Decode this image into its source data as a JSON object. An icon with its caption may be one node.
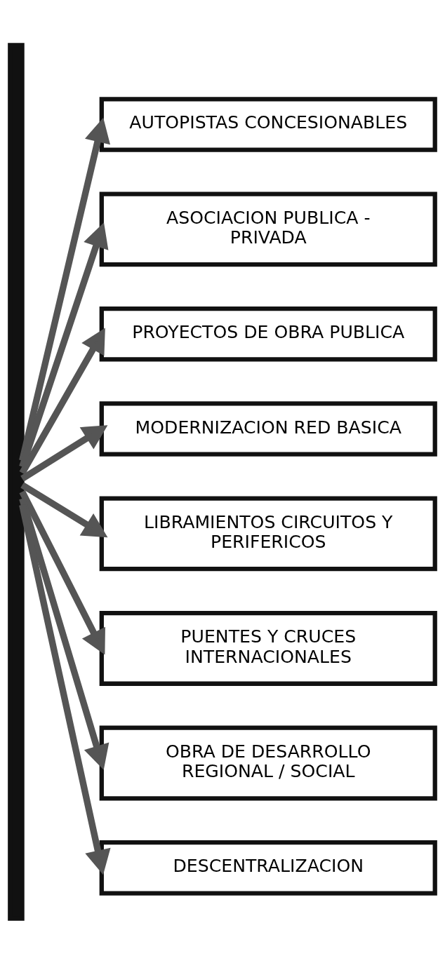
{
  "diagram": {
    "nodes": [
      {
        "text": [],
        "shape": "bar"
      },
      {
        "text": [
          "AUTOPISTAS CONCESIONABLES"
        ]
      },
      {
        "text": [
          "ASOCIACION PUBLICA - PRIVADA"
        ]
      },
      {
        "text": [
          "PROYECTOS DE OBRA PUBLICA"
        ]
      },
      {
        "text": [
          "MODERNIZACION RED BASICA"
        ]
      },
      {
        "text": [
          "LIBRAMIENTOS CIRCUITOS Y PERIFERICOS"
        ]
      },
      {
        "text": [
          "PUENTES Y CRUCES INTERNACIONALES"
        ]
      },
      {
        "text": [
          "OBRA DE DESARROLLO REGIONAL / SOCIAL"
        ]
      },
      {
        "text": [
          "DESCENTRALIZACION"
        ]
      }
    ],
    "edges": [
      {
        "from": 0,
        "to": 1,
        "arrow": "to"
      },
      {
        "from": 0,
        "to": 2,
        "arrow": "to"
      },
      {
        "from": 0,
        "to": 3,
        "arrow": "to"
      },
      {
        "from": 0,
        "to": 4,
        "arrow": "to"
      },
      {
        "from": 0,
        "to": 5,
        "arrow": "to"
      },
      {
        "from": 0,
        "to": 6,
        "arrow": "to"
      },
      {
        "from": 0,
        "to": 7,
        "arrow": "to"
      },
      {
        "from": 0,
        "to": 8,
        "arrow": "to"
      }
    ]
  }
}
